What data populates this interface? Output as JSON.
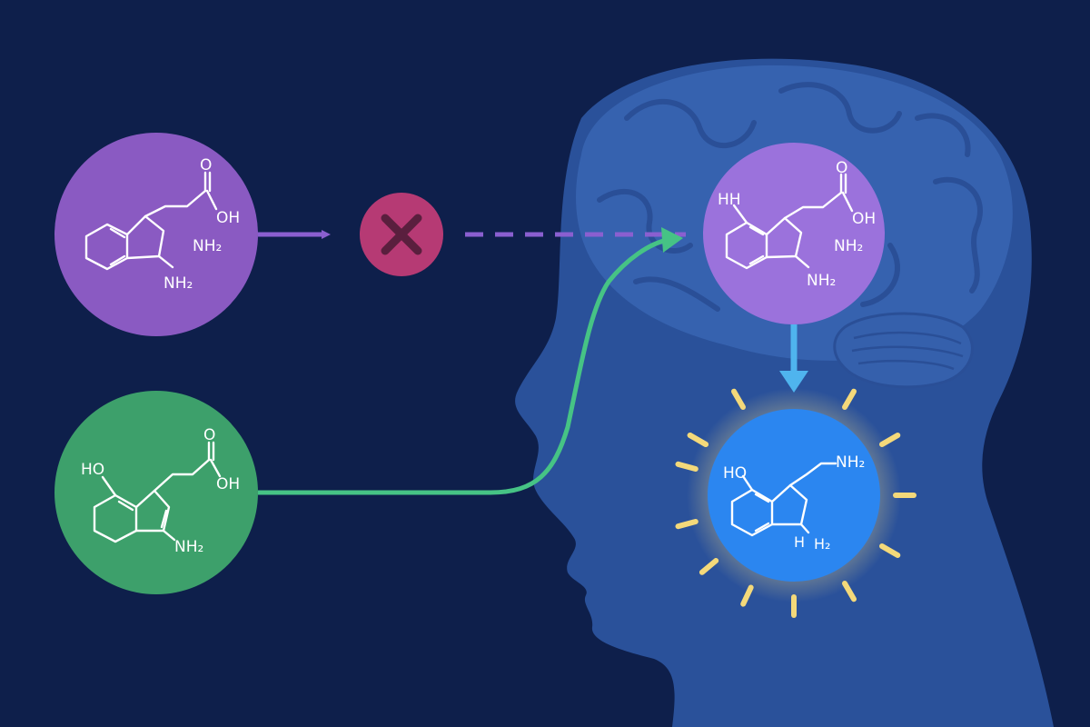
{
  "colors": {
    "background": "#0e1f4b",
    "head": "#2f5aa8",
    "brain": "#3b68b5",
    "purple_molecule": "#8a5ac2",
    "purple_molecule_in_brain": "#9b72dc",
    "green_molecule": "#3da06b",
    "blue_molecule": "#2b86f0",
    "blocked_marker": "#b63a74",
    "purple_arrow": "#8a5fd0",
    "green_path": "#46c385",
    "down_arrow": "#4fb4ee",
    "glow_rays": "#f4d97a"
  },
  "molecule_top_left": {
    "label_oh": "OH",
    "label_o": "O",
    "label_nh2_a": "NH₂",
    "label_nh2_b": "NH₂"
  },
  "molecule_bottom_left": {
    "label_ho": "HO",
    "label_o": "O",
    "label_oh": "OH",
    "label_nh2": "NH₂"
  },
  "molecule_brain": {
    "label_hh": "HH",
    "label_o": "O",
    "label_oh": "OH",
    "label_nh2_a": "NH₂",
    "label_nh2_b": "NH₂"
  },
  "molecule_glowing": {
    "label_ho": "HO",
    "label_nh2": "NH₂",
    "label_h": "H",
    "label_h2": "H₂"
  },
  "icons": {
    "blocked": "x-icon"
  }
}
